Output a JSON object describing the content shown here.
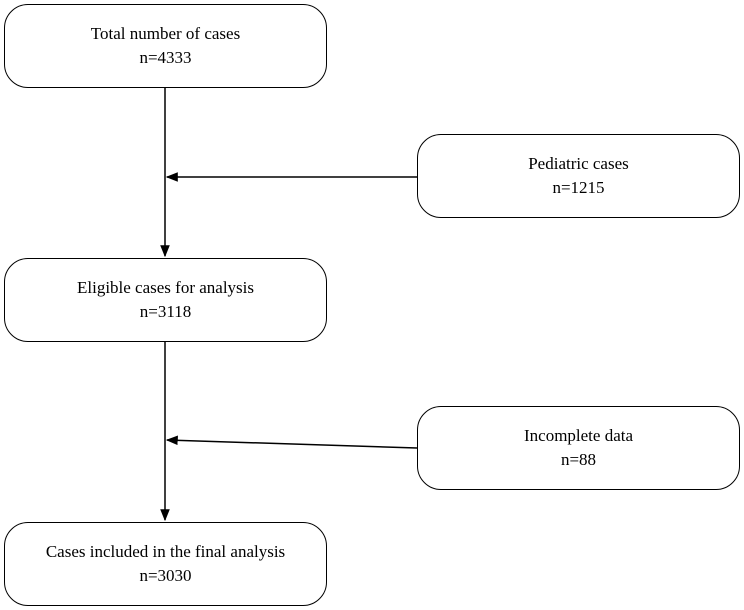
{
  "diagram": {
    "boxes": {
      "total": {
        "title": "Total number of cases",
        "count": "n=4333"
      },
      "pediatric": {
        "title": "Pediatric cases",
        "count": "n=1215"
      },
      "eligible": {
        "title": "Eligible cases for analysis",
        "count": "n=3118"
      },
      "incomplete": {
        "title": "Incomplete data",
        "count": "n=88"
      },
      "final": {
        "title": "Cases included in the final analysis",
        "count": "n=3030"
      }
    }
  }
}
